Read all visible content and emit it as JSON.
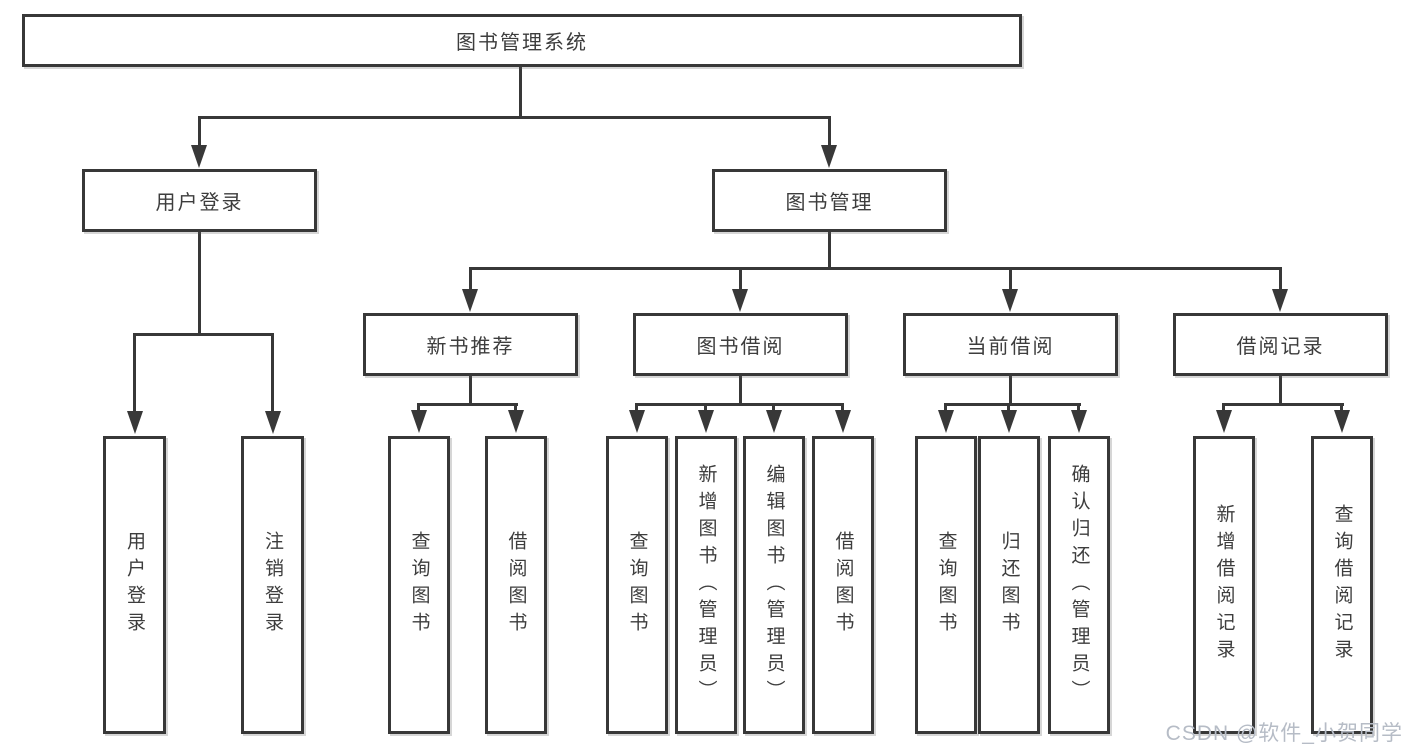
{
  "diagram": {
    "tree": {
      "label": "图书管理系统",
      "children": [
        {
          "label": "用户登录",
          "children": [
            {
              "label": "用户登录"
            },
            {
              "label": "注销登录"
            }
          ]
        },
        {
          "label": "图书管理",
          "children": [
            {
              "label": "新书推荐",
              "children": [
                {
                  "label": "查询图书"
                },
                {
                  "label": "借阅图书"
                }
              ]
            },
            {
              "label": "图书借阅",
              "children": [
                {
                  "label": "查询图书"
                },
                {
                  "label": "新增图书（管理员）"
                },
                {
                  "label": "编辑图书（管理员）"
                },
                {
                  "label": "借阅图书"
                }
              ]
            },
            {
              "label": "当前借阅",
              "children": [
                {
                  "label": "查询图书"
                },
                {
                  "label": "归还图书"
                },
                {
                  "label": "确认归还（管理员）"
                }
              ]
            },
            {
              "label": "借阅记录",
              "children": [
                {
                  "label": "新增借阅记录"
                },
                {
                  "label": "查询借阅记录"
                }
              ]
            }
          ]
        }
      ]
    },
    "colors": {
      "line": "#383838",
      "text": "#3d3d3d",
      "background": "#ffffff",
      "watermark": "#b6bcc6"
    }
  },
  "watermark": {
    "text": "CSDN @软件_小贺同学"
  }
}
